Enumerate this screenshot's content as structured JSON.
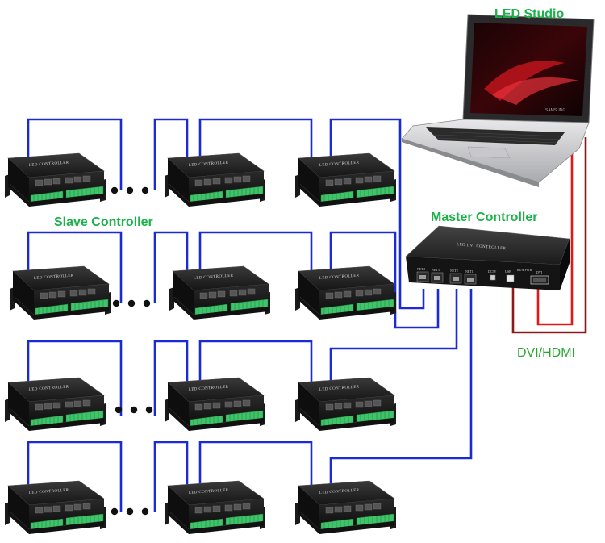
{
  "labels": {
    "led_studio": "LED Studio",
    "slave_controller": "Slave Controller",
    "master_controller": "Master Controller",
    "dvi_hdmi": "DVI/HDMI",
    "laptop_brand": "SAMSUNG"
  },
  "slave_box_text": "LED CONTROLLER",
  "master_box_text": "LED DVI CONTROLLER",
  "master_ports": [
    "NET4",
    "NET3",
    "NET2",
    "NET1",
    "DC5V",
    "USB",
    "RUN PWR",
    "DVI"
  ],
  "grid": {
    "rows": 4,
    "cols_per_row": 3,
    "ellipsis": "● ● ●"
  },
  "colors": {
    "ethernet_cable": "#1a2bd4",
    "video_cable_dark": "#8b1a1a",
    "video_cable_red": "#e01818",
    "label_green": "#1bb24a"
  }
}
